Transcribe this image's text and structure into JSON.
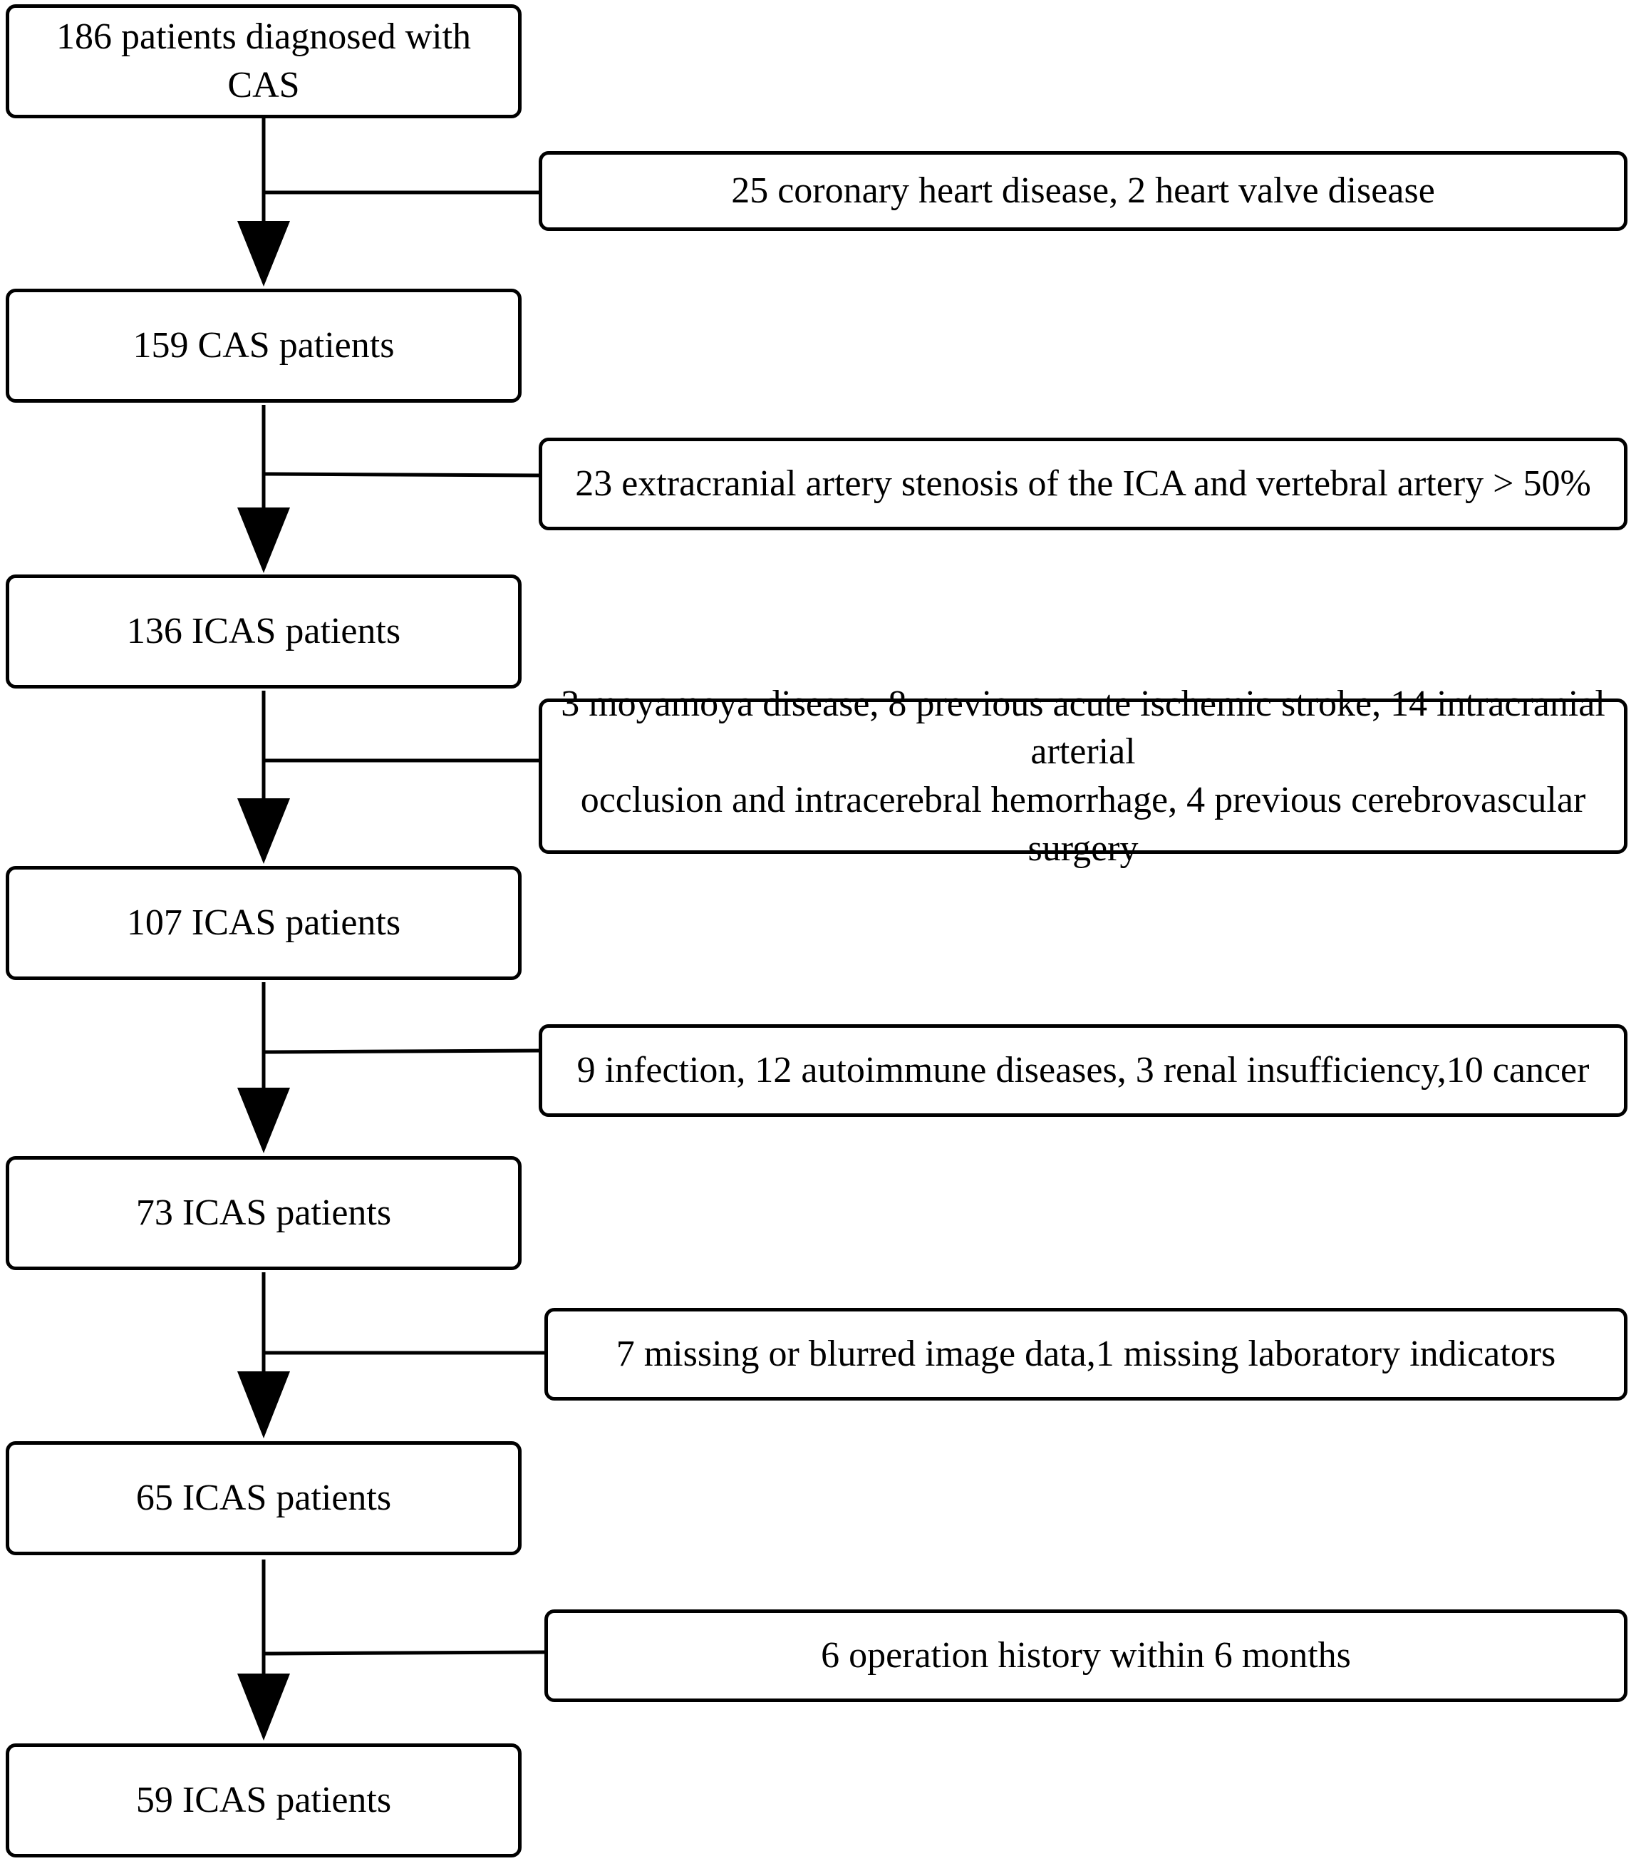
{
  "flowchart": {
    "main_boxes": [
      "186 patients diagnosed with CAS",
      "159 CAS patients",
      "136 ICAS patients",
      "107 ICAS patients",
      "73 ICAS patients",
      "65 ICAS patients",
      "59 ICAS patients"
    ],
    "exclusion_boxes": [
      {
        "line1": "25 coronary heart disease, 2 heart valve disease",
        "line2": ""
      },
      {
        "line1": "23 extracranial artery stenosis of the ICA and vertebral artery > 50%",
        "line2": ""
      },
      {
        "line1": "3 moyamoya disease,  8 previous acute ischemic stroke, 14 intracranial arterial",
        "line2": "occlusion and intracerebral hemorrhage, 4 previous cerebrovascular surgery"
      },
      {
        "line1": "9 infection, 12 autoimmune diseases, 3 renal insufficiency,10 cancer",
        "line2": ""
      },
      {
        "line1": "7 missing or blurred image data,1 missing laboratory indicators",
        "line2": ""
      },
      {
        "line1": "6 operation history within 6 months",
        "line2": ""
      }
    ]
  },
  "colors": {
    "line": "#000000",
    "background": "#ffffff"
  }
}
